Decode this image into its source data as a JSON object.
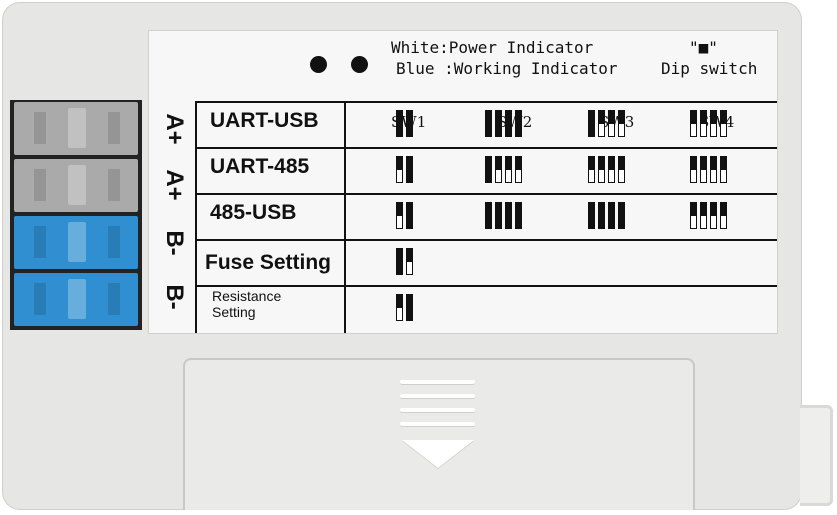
{
  "legend": {
    "white_line": "White:Power Indicator",
    "blue_line": "Blue :Working Indicator",
    "dip_symbol": "\"■\"",
    "dip_label": "Dip switch"
  },
  "switch_headers": [
    "SW1",
    "SW2",
    "SW3",
    "SW4"
  ],
  "terminals": [
    {
      "label": "A+",
      "color": "#a9aaa9"
    },
    {
      "label": "A+",
      "color": "#a9aaa9"
    },
    {
      "label": "B-",
      "color": "#2f8fd0"
    },
    {
      "label": "B-",
      "color": "#2f8fd0"
    }
  ],
  "modes": [
    {
      "label": "UART-USB",
      "switches": [
        [
          "down",
          "down"
        ],
        [
          "down",
          "down",
          "down",
          "down"
        ],
        [
          "down",
          "up",
          "up",
          "up"
        ],
        [
          "up",
          "up",
          "up",
          "up"
        ]
      ]
    },
    {
      "label": "UART-485",
      "switches": [
        [
          "up",
          "down"
        ],
        [
          "down",
          "up",
          "up",
          "up"
        ],
        [
          "up",
          "up",
          "up",
          "up"
        ],
        [
          "up",
          "up",
          "up",
          "up"
        ]
      ]
    },
    {
      "label": "485-USB",
      "switches": [
        [
          "up",
          "down"
        ],
        [
          "down",
          "down",
          "down",
          "down"
        ],
        [
          "down",
          "down",
          "down",
          "down"
        ],
        [
          "up",
          "up",
          "up",
          "up"
        ]
      ]
    },
    {
      "label": "Fuse Setting",
      "switches": [
        [
          "down",
          "up"
        ]
      ]
    },
    {
      "label": "Resistance\nSetting",
      "switches": [
        [
          "up",
          "down"
        ]
      ]
    }
  ]
}
